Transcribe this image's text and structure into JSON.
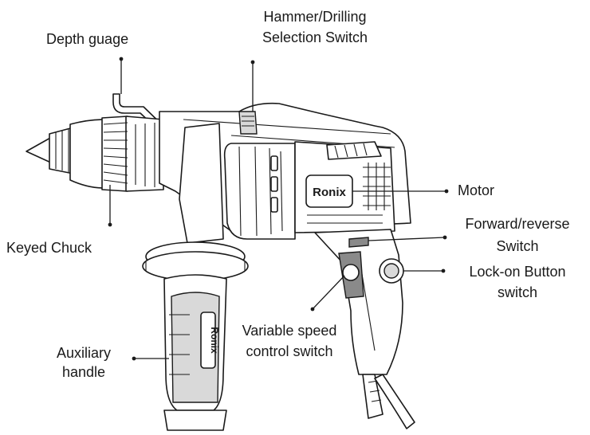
{
  "labels": {
    "depth_gauge": "Depth guage",
    "selector_line1": "Hammer/Drilling",
    "selector_line2": "Selection Switch",
    "motor": "Motor",
    "keyed_chuck": "Keyed Chuck",
    "forward_line1": "Forward/reverse",
    "forward_line2": "Switch",
    "lockon_line1": "Lock-on Button",
    "lockon_line2": "switch",
    "speed_line1": "Variable speed",
    "speed_line2": "control switch",
    "aux_line1": "Auxiliary",
    "aux_line2": "handle"
  },
  "brand": {
    "body_logo": "Ronix",
    "handle_logo": "Ronix"
  },
  "colors": {
    "line": "#1a1a1a",
    "switch_grey": "#8a8a8a",
    "light_grey": "#d9d9d9"
  }
}
